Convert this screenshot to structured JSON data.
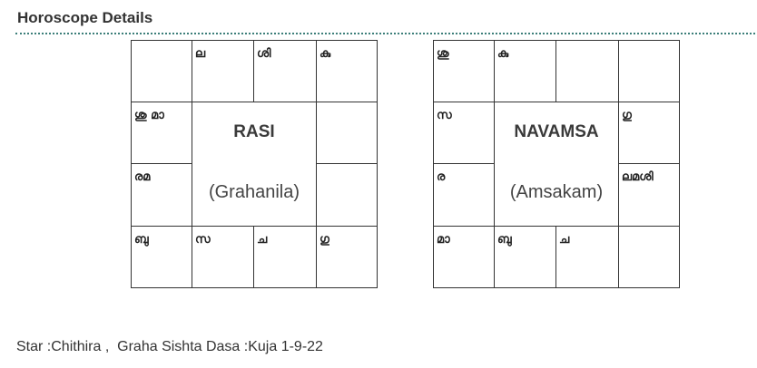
{
  "section_title": "Horoscope Details",
  "rasi": {
    "title": "RASI",
    "subtitle": "(Grahanila)",
    "cells": [
      "",
      "ല",
      "ശി",
      "കു",
      "ശു മാ",
      "",
      "രമ",
      "",
      "ബു",
      "സ",
      "ച",
      "ഗു"
    ]
  },
  "navamsa": {
    "title": "NAVAMSA",
    "subtitle": "(Amsakam)",
    "cells": [
      "ശു",
      "കു",
      "",
      "",
      "സ",
      "ഗു",
      "ര",
      "ലമശി",
      "മാ",
      "ബു",
      "ച",
      ""
    ]
  },
  "footer": "Star :Chithira ,  Graha Sishta Dasa :Kuja 1-9-22"
}
